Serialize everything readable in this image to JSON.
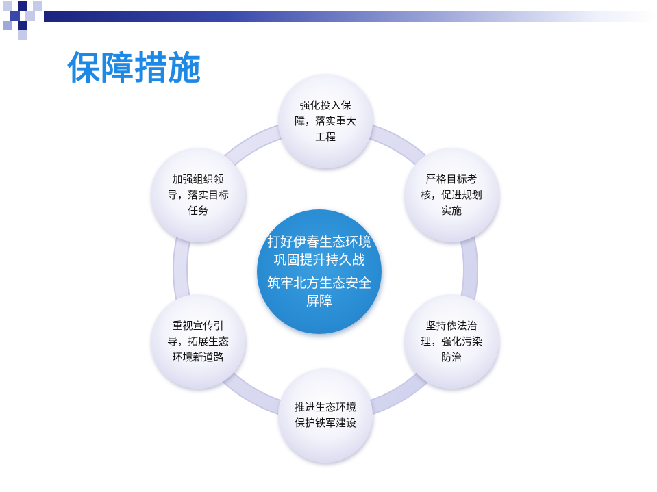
{
  "title": "保障措施",
  "center": {
    "line1": "打好伊春生态环境巩固提升持久战",
    "line2": "筑牢北方生态安全屏障"
  },
  "nodes": [
    {
      "label": "强化投入保障，落实重大工程"
    },
    {
      "label": "严格目标考核，促进规划实施"
    },
    {
      "label": "坚持依法治理，强化污染防治"
    },
    {
      "label": "推进生态环境保护铁军建设"
    },
    {
      "label": "重视宣传引导，拓展生态环境新道路"
    },
    {
      "label": "加强组织领导，落实目标任务"
    }
  ],
  "colors": {
    "title": "#1e88e5",
    "center_fill": "#2a8dd4",
    "ring": "#dcdcf2",
    "banner_dark": "#1a237e"
  }
}
